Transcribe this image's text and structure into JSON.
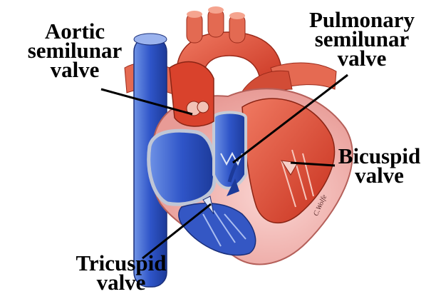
{
  "labels": {
    "aortic": {
      "line1": "Aortic",
      "line2": "semilunar",
      "line3": "valve"
    },
    "pulmonary": {
      "line1": "Pulmonary",
      "line2": "semilunar",
      "line3": "valve"
    },
    "bicuspid": {
      "line1": "Bicuspid",
      "line2": "valve"
    },
    "tricuspid": {
      "line1": "Tricuspid",
      "line2": "valve"
    }
  },
  "signature": "C.Wolfe",
  "colors": {
    "oxygenated_red": "#e0503a",
    "deoxygenated_blue": "#2f55c8",
    "myocardium_pink": "#f3b7b4",
    "label_text": "#000000"
  }
}
